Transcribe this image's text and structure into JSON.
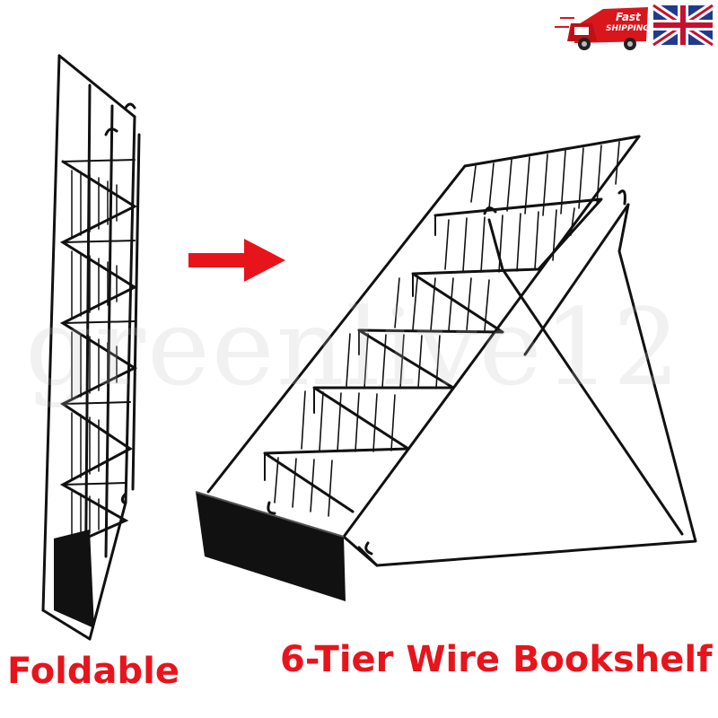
{
  "labels": {
    "foldable": "Foldable",
    "title": "6-Tier Wire Bookshelf"
  },
  "badge": {
    "line1": "Fast",
    "line2": "SHIPPING",
    "flag": "uk-flag-icon"
  },
  "watermark": "greenlive12",
  "colors": {
    "accent": "#e8141c",
    "wire": "#111111",
    "truck": "#d8161c",
    "flag_blue": "#1f3b8f"
  }
}
